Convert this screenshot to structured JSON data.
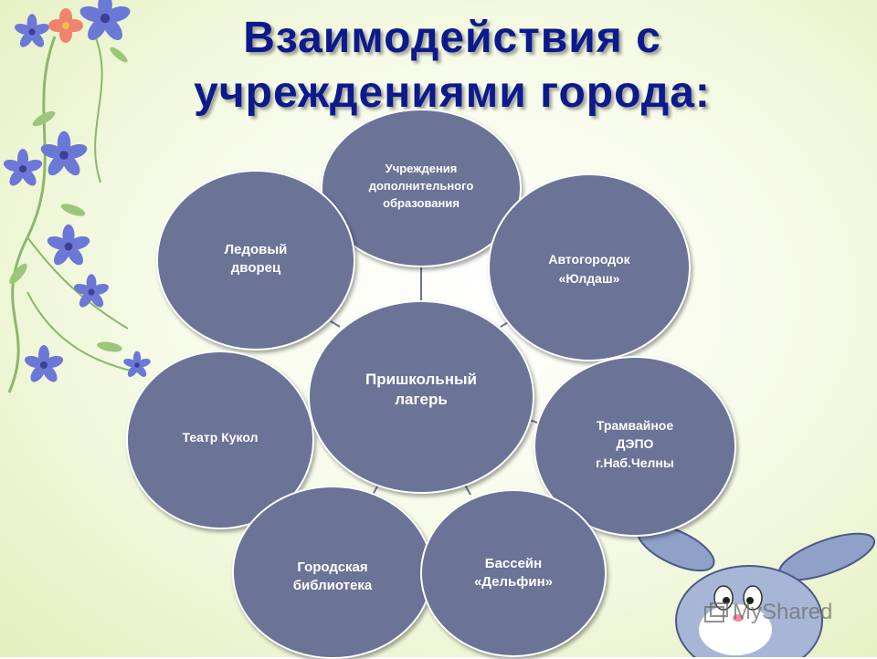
{
  "title": {
    "line1": "Взаимодействия с",
    "line2": "учреждениями города:"
  },
  "diagram": {
    "center": "Пришкольный\nлагерь",
    "nodes": {
      "top": "Учреждения\nдополнительного\nобразования",
      "top_left": "Ледовый\nдворец",
      "top_right": "Автогородок\n«Юлдаш»",
      "right": "Трамвайное\nДЭПО\nг.Наб.Челны",
      "left": "Театр Кукол",
      "bottom_left": "Городская\nбиблиотека",
      "bottom_right": "Бассейн\n«Дельфин»"
    }
  },
  "watermark": {
    "text": "MyShared",
    "icon": "myshared-logo-icon"
  },
  "colors": {
    "title": "#0c1a8c",
    "node_fill": "#6b7396",
    "node_text": "#ffffff",
    "flower": "#6b78d6"
  }
}
